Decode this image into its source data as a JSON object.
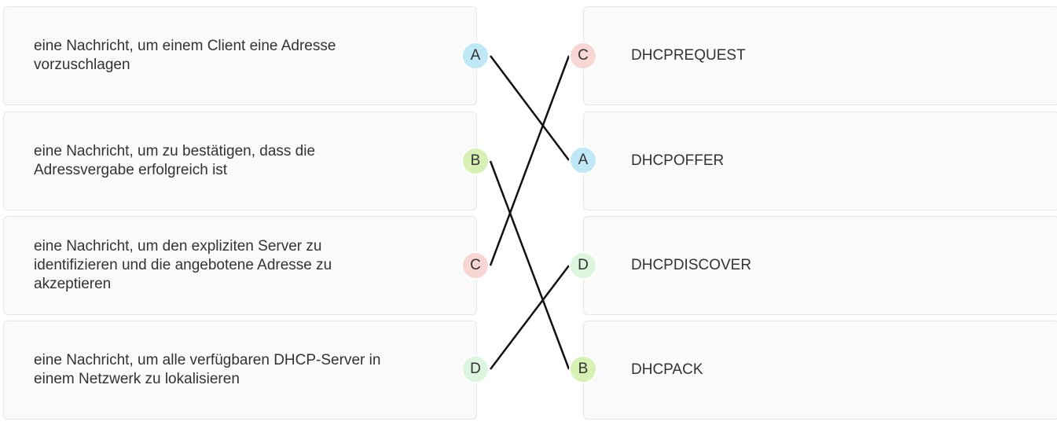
{
  "colors": {
    "A": "#bfe8f7",
    "B": "#d7f0b4",
    "C": "#f8d6d3",
    "D": "#dcf5de"
  },
  "left_items": [
    {
      "letter": "A",
      "text": "eine Nachricht, um einem Client eine Adresse vorzuschlagen"
    },
    {
      "letter": "B",
      "text": "eine Nachricht, um zu bestätigen, dass die Adressvergabe erfolgreich ist"
    },
    {
      "letter": "C",
      "text": "eine Nachricht, um den expliziten Server zu identifizieren und die angebotene Adresse zu akzeptieren"
    },
    {
      "letter": "D",
      "text": "eine Nachricht, um alle verfügbaren DHCP-Server in einem Netzwerk zu lokalisieren"
    }
  ],
  "right_items": [
    {
      "letter": "C",
      "text": "DHCPREQUEST"
    },
    {
      "letter": "A",
      "text": "DHCPOFFER"
    },
    {
      "letter": "D",
      "text": "DHCPDISCOVER"
    },
    {
      "letter": "B",
      "text": "DHCPACK"
    }
  ]
}
